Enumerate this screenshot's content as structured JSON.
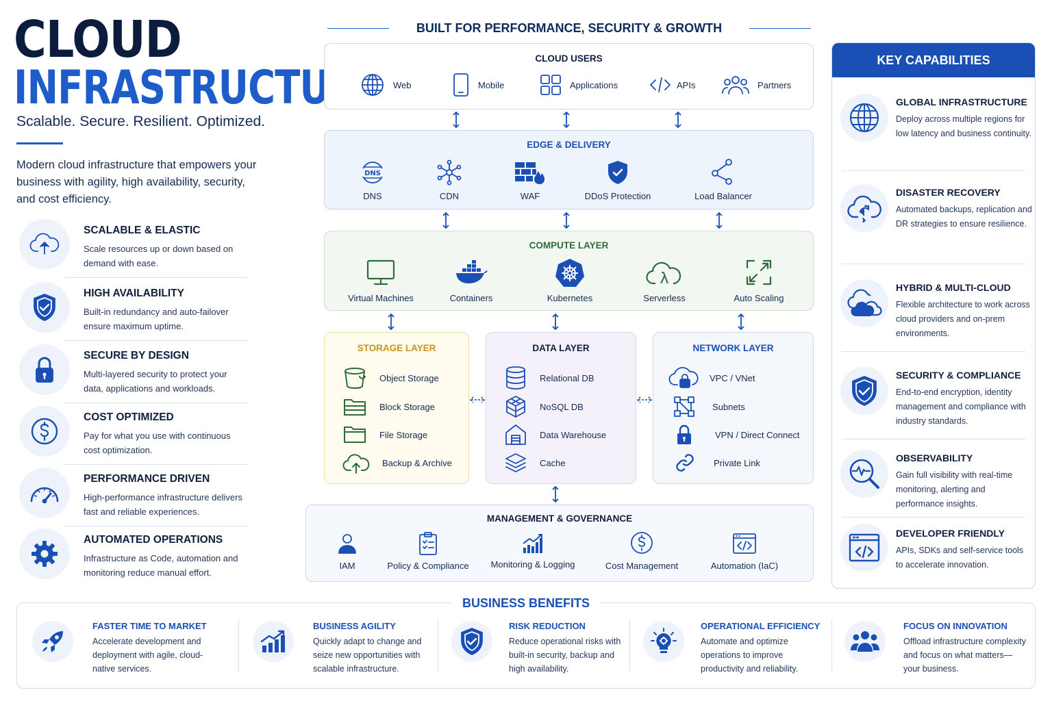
{
  "brand": {
    "line1": "CLOUD",
    "line2": "INFRASTRUCTURE"
  },
  "tagline": "Scalable. Secure. Resilient. Optimized.",
  "intro": "Modern cloud infrastructure that empowers your business with agility, high availability, security, and cost efficiency.",
  "features": [
    {
      "title": "SCALABLE & ELASTIC",
      "desc": "Scale resources up or down based on demand with ease.",
      "icon": "cloud-upload-icon"
    },
    {
      "title": "HIGH AVAILABILITY",
      "desc": "Built-in redundancy and auto-failover ensure maximum uptime.",
      "icon": "shield-check-icon"
    },
    {
      "title": "SECURE BY DESIGN",
      "desc": "Multi-layered security to protect your data, applications and workloads.",
      "icon": "lock-icon"
    },
    {
      "title": "COST OPTIMIZED",
      "desc": "Pay for what you use with continuous cost optimization.",
      "icon": "dollar-icon"
    },
    {
      "title": "PERFORMANCE DRIVEN",
      "desc": "High-performance infrastructure delivers fast and reliable experiences.",
      "icon": "gauge-icon"
    },
    {
      "title": "AUTOMATED OPERATIONS",
      "desc": "Infrastructure as Code, automation and monitoring reduce manual effort.",
      "icon": "gear-icon"
    }
  ],
  "center_title": "BUILT FOR PERFORMANCE, SECURITY & GROWTH",
  "cloud_users": {
    "title": "CLOUD USERS",
    "items": [
      "Web",
      "Mobile",
      "Applications",
      "APIs",
      "Partners"
    ]
  },
  "edge": {
    "title": "EDGE & DELIVERY",
    "items": [
      "DNS",
      "CDN",
      "WAF",
      "DDoS Protection",
      "Load Balancer"
    ],
    "dns_glyph": "DNS"
  },
  "compute": {
    "title": "COMPUTE LAYER",
    "items": [
      "Virtual Machines",
      "Containers",
      "Kubernetes",
      "Serverless",
      "Auto Scaling"
    ],
    "lambda_glyph": "λ"
  },
  "storage": {
    "title": "STORAGE LAYER",
    "items": [
      "Object Storage",
      "Block Storage",
      "File Storage",
      "Backup & Archive"
    ]
  },
  "data_layer": {
    "title": "DATA LAYER",
    "items": [
      "Relational DB",
      "NoSQL DB",
      "Data Warehouse",
      "Cache"
    ]
  },
  "network": {
    "title": "NETWORK LAYER",
    "items": [
      "VPC / VNet",
      "Subnets",
      "VPN / Direct Connect",
      "Private Link"
    ]
  },
  "management": {
    "title": "MANAGEMENT & GOVERNANCE",
    "items": [
      "IAM",
      "Policy & Compliance",
      "Monitoring & Logging",
      "Cost Management",
      "Automation (IaC)"
    ]
  },
  "key_capabilities": {
    "title": "KEY CAPABILITIES",
    "items": [
      {
        "title": "GLOBAL INFRASTRUCTURE",
        "desc": "Deploy across multiple regions for low latency and business continuity.",
        "icon": "globe-icon"
      },
      {
        "title": "DISASTER RECOVERY",
        "desc": "Automated backups, replication and DR strategies to ensure resilience.",
        "icon": "cloud-recovery-icon"
      },
      {
        "title": "HYBRID & MULTI-CLOUD",
        "desc": "Flexible architecture to work across cloud providers and on-prem environments.",
        "icon": "multi-cloud-icon"
      },
      {
        "title": "SECURITY & COMPLIANCE",
        "desc": "End-to-end encryption, identity management and compliance with industry standards.",
        "icon": "shield-check-icon"
      },
      {
        "title": "OBSERVABILITY",
        "desc": "Gain full visibility with real-time monitoring, alerting and performance insights.",
        "icon": "magnifier-pulse-icon"
      },
      {
        "title": "DEVELOPER FRIENDLY",
        "desc": "APIs, SDKs and self-service tools to accelerate innovation.",
        "icon": "code-window-icon"
      }
    ]
  },
  "business_benefits": {
    "title": "BUSINESS BENEFITS",
    "items": [
      {
        "title": "FASTER TIME TO MARKET",
        "desc": "Accelerate development and deployment with agile, cloud-native services.",
        "icon": "rocket-icon"
      },
      {
        "title": "BUSINESS AGILITY",
        "desc": "Quickly adapt to change and seize new opportunities with scalable infrastructure.",
        "icon": "growth-chart-icon"
      },
      {
        "title": "RISK REDUCTION",
        "desc": "Reduce operational risks with built-in security, backup and high availability.",
        "icon": "shield-check-icon"
      },
      {
        "title": "OPERATIONAL EFFICIENCY",
        "desc": "Automate and optimize operations to improve productivity and reliability.",
        "icon": "lightbulb-gear-icon"
      },
      {
        "title": "FOCUS ON INNOVATION",
        "desc": "Offload infrastructure complexity and focus on what matters—your business.",
        "icon": "team-icon"
      }
    ]
  },
  "colors": {
    "primary_blue": "#1a4fb5",
    "brand_blue": "#1e5cc9",
    "navy": "#0c1c3c",
    "compute_green": "#2f6b3a",
    "storage_gold": "#c9951b",
    "data_purple_bg": "#f5f1fb",
    "network_blue": "#1a4fb5"
  }
}
